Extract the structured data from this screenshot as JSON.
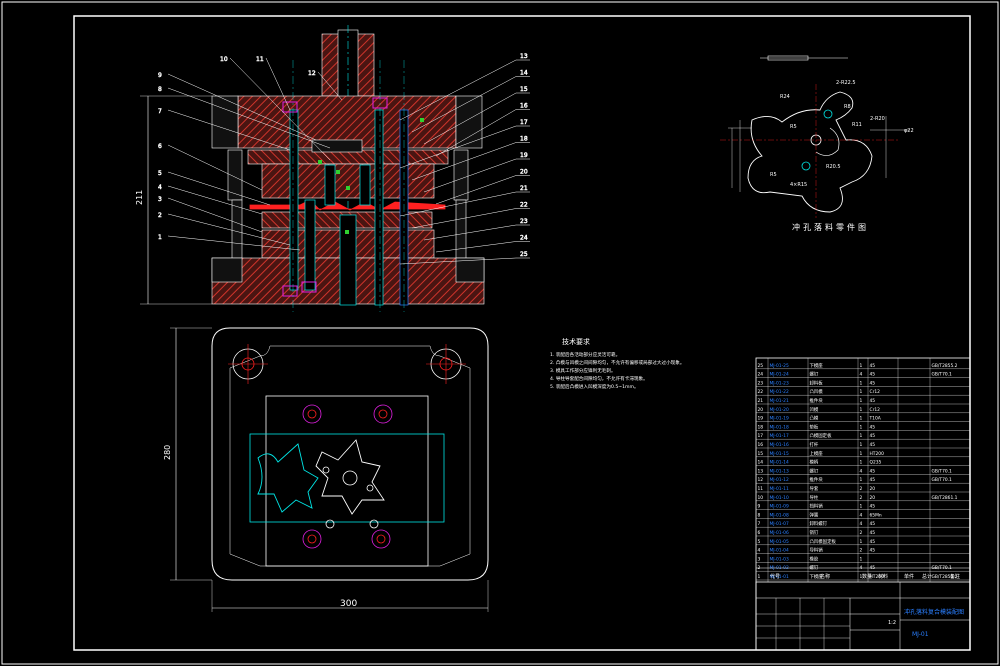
{
  "drawing": {
    "section_labels": [
      "1",
      "2",
      "3",
      "4",
      "5",
      "6",
      "7",
      "8",
      "9",
      "10",
      "11",
      "12",
      "13",
      "14",
      "15",
      "16",
      "17",
      "18",
      "19",
      "20",
      "21",
      "22",
      "23",
      "24",
      "25"
    ],
    "dim_height": "211",
    "dim_plan_width": "300",
    "dim_plan_height": "280",
    "part_caption": "冲孔落料零件图",
    "part_dims": [
      "2-R22.5",
      "R24",
      "R5",
      "R5",
      "R20.5",
      "R8",
      "R11",
      "2-R20",
      "φ22",
      "4×R15"
    ],
    "tech_title": "技术要求",
    "tech_notes": [
      "1. 装配后各活动部分应灵活可靠。",
      "2. 凸模与凹模之间间隙均匀，不允许有偏移或局部过大过小现象。",
      "3. 模具工作部分应锋利无毛刺。",
      "4. 导柱导套配合间隙均匀，不允许有卡滞现象。",
      "5. 装配后凸模进入凹模深度为0.5~1mm。"
    ]
  },
  "title_block": {
    "header_cols": [
      "代号",
      "名称",
      "数量",
      "材料",
      "单件",
      "总计",
      "备注"
    ],
    "rows": [
      {
        "no": "25",
        "code": "MJ-01-25",
        "name": "下模座",
        "qty": "1",
        "mat": "45",
        "note": "GB/T2855.2"
      },
      {
        "no": "24",
        "code": "MJ-01-24",
        "name": "螺钉",
        "qty": "4",
        "mat": "45",
        "note": "GB/T70.1"
      },
      {
        "no": "23",
        "code": "MJ-01-23",
        "name": "卸料板",
        "qty": "1",
        "mat": "45",
        "note": ""
      },
      {
        "no": "22",
        "code": "MJ-01-22",
        "name": "凸凹模",
        "qty": "1",
        "mat": "Cr12",
        "note": ""
      },
      {
        "no": "21",
        "code": "MJ-01-21",
        "name": "推件块",
        "qty": "1",
        "mat": "45",
        "note": ""
      },
      {
        "no": "20",
        "code": "MJ-01-20",
        "name": "凹模",
        "qty": "1",
        "mat": "Cr12",
        "note": ""
      },
      {
        "no": "19",
        "code": "MJ-01-19",
        "name": "凸模",
        "qty": "1",
        "mat": "T10A",
        "note": ""
      },
      {
        "no": "18",
        "code": "MJ-01-18",
        "name": "垫板",
        "qty": "1",
        "mat": "45",
        "note": ""
      },
      {
        "no": "17",
        "code": "MJ-01-17",
        "name": "凸模固定板",
        "qty": "1",
        "mat": "45",
        "note": ""
      },
      {
        "no": "16",
        "code": "MJ-01-16",
        "name": "打杆",
        "qty": "1",
        "mat": "45",
        "note": ""
      },
      {
        "no": "15",
        "code": "MJ-01-15",
        "name": "上模座",
        "qty": "1",
        "mat": "HT200",
        "note": ""
      },
      {
        "no": "14",
        "code": "MJ-01-14",
        "name": "模柄",
        "qty": "1",
        "mat": "Q235",
        "note": ""
      },
      {
        "no": "13",
        "code": "MJ-01-13",
        "name": "螺钉",
        "qty": "4",
        "mat": "45",
        "note": "GB/T70.1"
      },
      {
        "no": "12",
        "code": "MJ-01-12",
        "name": "推件块",
        "qty": "1",
        "mat": "45",
        "note": "GB/T70.1"
      },
      {
        "no": "11",
        "code": "MJ-01-11",
        "name": "导套",
        "qty": "2",
        "mat": "20",
        "note": ""
      },
      {
        "no": "10",
        "code": "MJ-01-10",
        "name": "导柱",
        "qty": "2",
        "mat": "20",
        "note": "GB/T2861.1"
      },
      {
        "no": "9",
        "code": "MJ-01-09",
        "name": "挡料销",
        "qty": "1",
        "mat": "45",
        "note": ""
      },
      {
        "no": "8",
        "code": "MJ-01-08",
        "name": "弹簧",
        "qty": "4",
        "mat": "65Mn",
        "note": ""
      },
      {
        "no": "7",
        "code": "MJ-01-07",
        "name": "卸料螺钉",
        "qty": "4",
        "mat": "45",
        "note": ""
      },
      {
        "no": "6",
        "code": "MJ-01-06",
        "name": "销钉",
        "qty": "2",
        "mat": "45",
        "note": ""
      },
      {
        "no": "5",
        "code": "MJ-01-05",
        "name": "凸凹模固定板",
        "qty": "1",
        "mat": "45",
        "note": ""
      },
      {
        "no": "4",
        "code": "MJ-01-04",
        "name": "导料销",
        "qty": "2",
        "mat": "45",
        "note": ""
      },
      {
        "no": "3",
        "code": "MJ-01-03",
        "name": "橡胶",
        "qty": "1",
        "mat": "",
        "note": ""
      },
      {
        "no": "2",
        "code": "MJ-01-02",
        "name": "螺钉",
        "qty": "4",
        "mat": "45",
        "note": "GB/T70.1"
      },
      {
        "no": "1",
        "code": "MJ-01-01",
        "name": "下模座",
        "qty": "1",
        "mat": "HT200",
        "note": "GB/T2855.2"
      }
    ],
    "bottom_title": "冲孔落料复合模装配图",
    "bottom_code": "MJ-01",
    "scale": "1:2"
  },
  "colors": {
    "frame": "#ffffff",
    "hatch": "#c8322a",
    "cyan": "#00e5e5",
    "red": "#ff2020",
    "magenta": "#e020e0",
    "blue": "#2a7fff",
    "green": "#30d030",
    "yellow": "#e8e820"
  }
}
